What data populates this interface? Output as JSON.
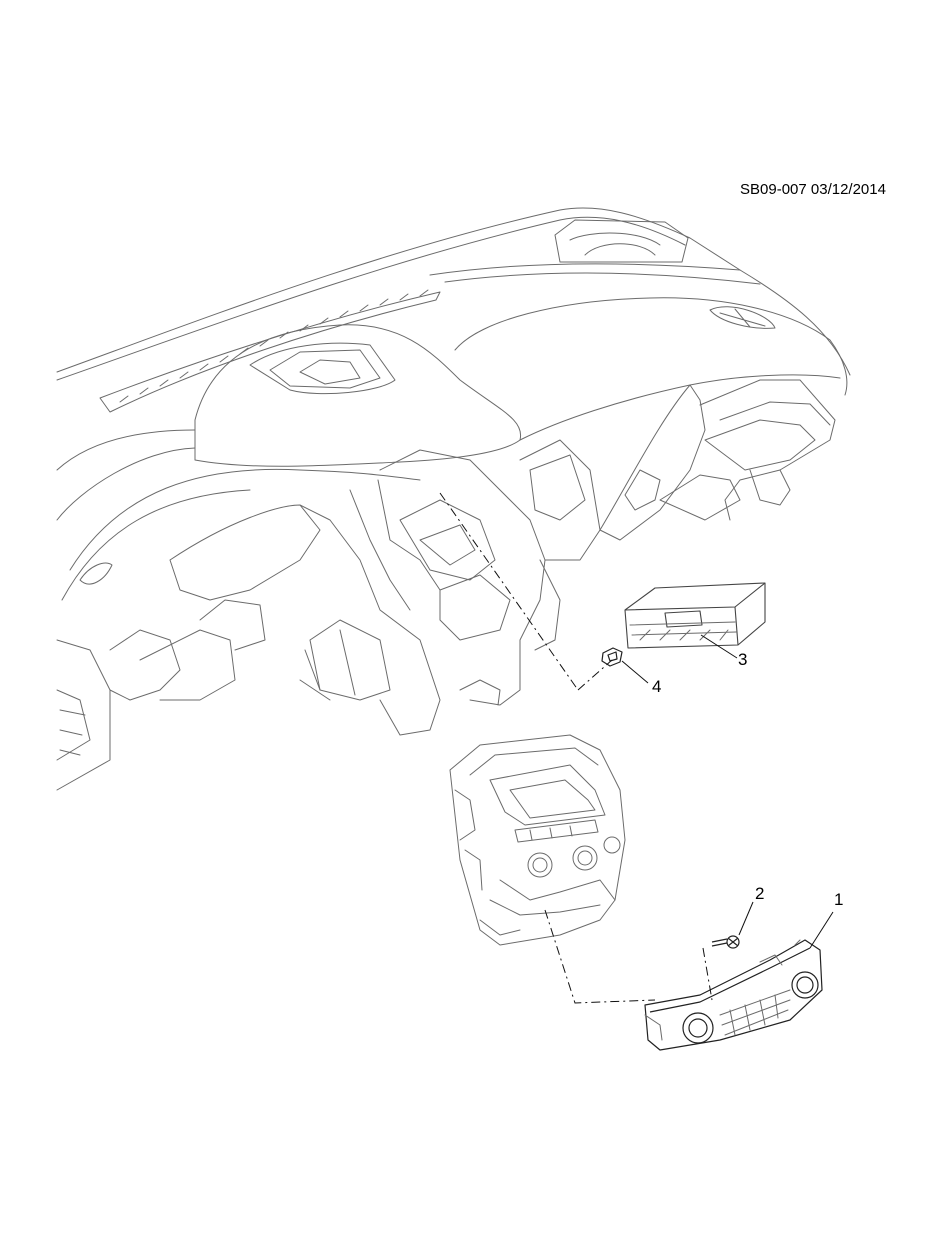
{
  "header": {
    "reference": "SB09-007 03/12/2014"
  },
  "callouts": [
    {
      "id": "1",
      "text": "1"
    },
    {
      "id": "2",
      "text": "2"
    },
    {
      "id": "3",
      "text": "3"
    },
    {
      "id": "4",
      "text": "4"
    }
  ]
}
